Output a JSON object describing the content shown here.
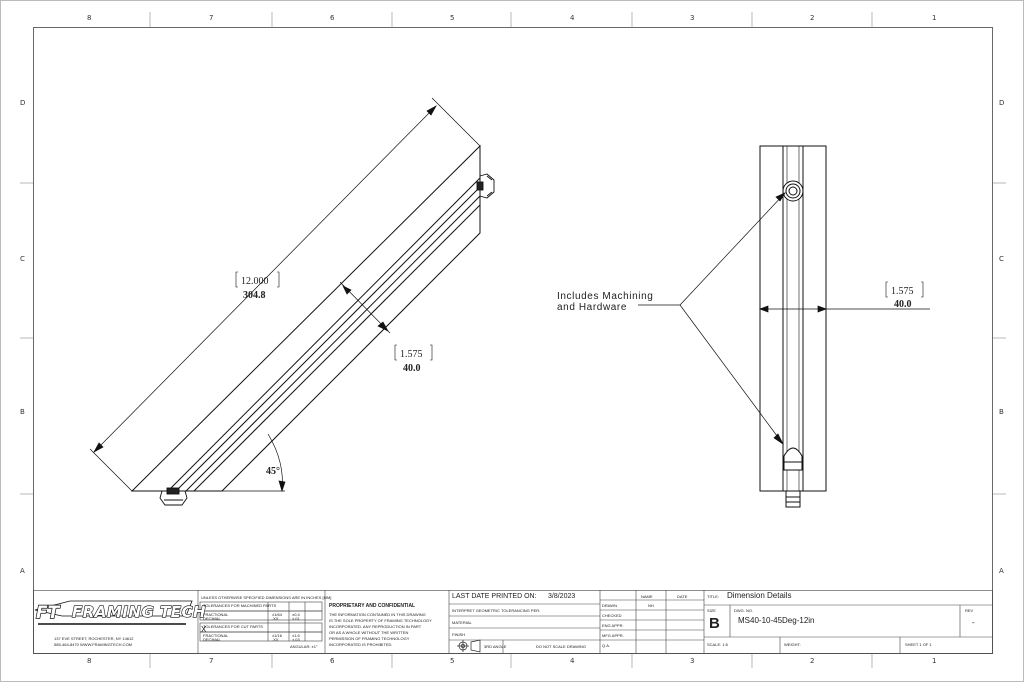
{
  "zone_labels": {
    "columns": [
      "8",
      "7",
      "6",
      "5",
      "4",
      "3",
      "2",
      "1"
    ],
    "rows": [
      "D",
      "C",
      "B",
      "A"
    ]
  },
  "views": {
    "angled_view": {
      "length_inch": "12.000",
      "length_mm": "304.8",
      "width_inch": "1.575",
      "width_mm": "40.0",
      "angle": "45°"
    },
    "end_view": {
      "callout": [
        "Includes Machining",
        "and Hardware"
      ],
      "width_inch": "1.575",
      "width_mm": "40.0"
    }
  },
  "title_block": {
    "company": {
      "logo_mark": "FT",
      "logo_name": "FRAMING TECH",
      "address": "137 EVE STREET, ROCHESTER, NY 14612",
      "phone_web": "585-464-8470  WWW.FRAMINGTECH.COM"
    },
    "tolerances": {
      "header": "UNLESS OTHERWISE SPECIFIED DIMENSIONS ARE IN INCHES [MM]",
      "section1": "TOLERANCES FOR MACHINED PARTS",
      "section2": "TOLERANCES FOR CUT PARTS",
      "rows1": [
        [
          "FRACTIONAL",
          "±1/64",
          "±0.4"
        ],
        [
          "DECIMAL",
          ".XX",
          "±.01"
        ]
      ],
      "rows2": [
        [
          "FRACTIONAL",
          "±1/16",
          "±1.6"
        ],
        [
          "DECIMAL",
          ".XX",
          "±.03"
        ]
      ],
      "mark": "X",
      "angular": "ANGULAR: ±1°"
    },
    "proprietary": {
      "title": "PROPRIETARY AND CONFIDENTIAL",
      "lines": [
        "THE INFORMATION CONTAINED IN THIS DRAWING",
        "IS THE SOLE PROPERTY OF FRAMING TECHNOLOGY",
        "INCORPORATED. ANY REPRODUCTION IN PART",
        "OR AS A WHOLE WITHOUT THE WRITTEN",
        "PERMISSION OF FRAMING TECHNOLOGY",
        "INCORPORATED IS PROHIBITED."
      ]
    },
    "last_printed_label": "LAST DATE PRINTED ON:",
    "last_printed_date": "3/8/2023",
    "spec_rows": [
      "INTERPRET GEOMETRIC TOLERANCING PER:",
      "MATERIAL",
      "FINISH"
    ],
    "third_angle": "3RD ANGLE",
    "do_not_scale": "DO NOT SCALE DRAWING",
    "approvals": {
      "headers": [
        "NAME",
        "DATE"
      ],
      "rows": [
        "DRAWN",
        "CHECKED",
        "ENG APPR.",
        "MFG APPR.",
        "Q.A."
      ],
      "drawn_name": "NH"
    },
    "title_label": "TITLE:",
    "title_value": "Dimension Details",
    "size_label": "SIZE",
    "size_value": "B",
    "dwg_label": "DWG. NO.",
    "dwg_value": "MS40-10-45Deg-12in",
    "rev_label": "REV",
    "rev_value": "-",
    "scale_label": "SCALE: 1:5",
    "weight_label": "WEIGHT:",
    "sheet_label": "SHEET 1 OF 1"
  }
}
